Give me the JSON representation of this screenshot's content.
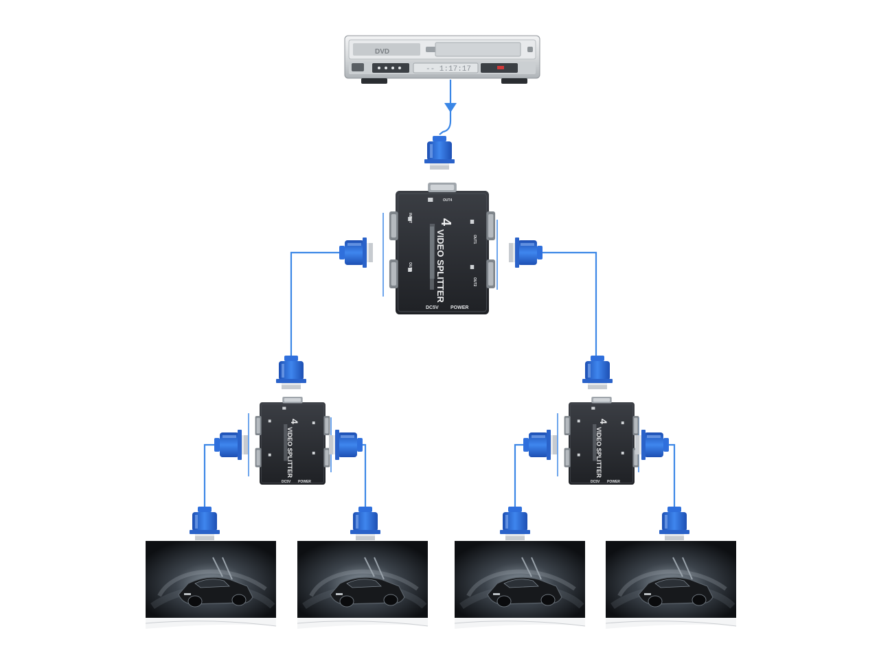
{
  "colors": {
    "cable": "#3a86e6",
    "connector_blue": "#2f6fdc",
    "splitter_body": "#2a2c31",
    "dvd_body": "#d9dcdf"
  },
  "dvd_player": {
    "logo": "DVD",
    "display": "-- 1:17:17"
  },
  "main_splitter": {
    "brand_number": "4",
    "title": "VIDEO SPLITTER",
    "port_label_top": "OUT4",
    "port_label_right_1": "OUT1",
    "port_label_right_2": "OUT2",
    "port_label_left_1": "INPUT",
    "port_label_left_2": "OUT3",
    "power_label_1": "DC5V",
    "power_label_2": "POWER"
  },
  "small_splitter": {
    "brand_number": "4",
    "title": "VIDEO SPLITTER",
    "power_label_1": "DC5V",
    "power_label_2": "POWER"
  },
  "monitors": [
    {
      "name": "monitor-1"
    },
    {
      "name": "monitor-2"
    },
    {
      "name": "monitor-3"
    },
    {
      "name": "monitor-4"
    }
  ]
}
